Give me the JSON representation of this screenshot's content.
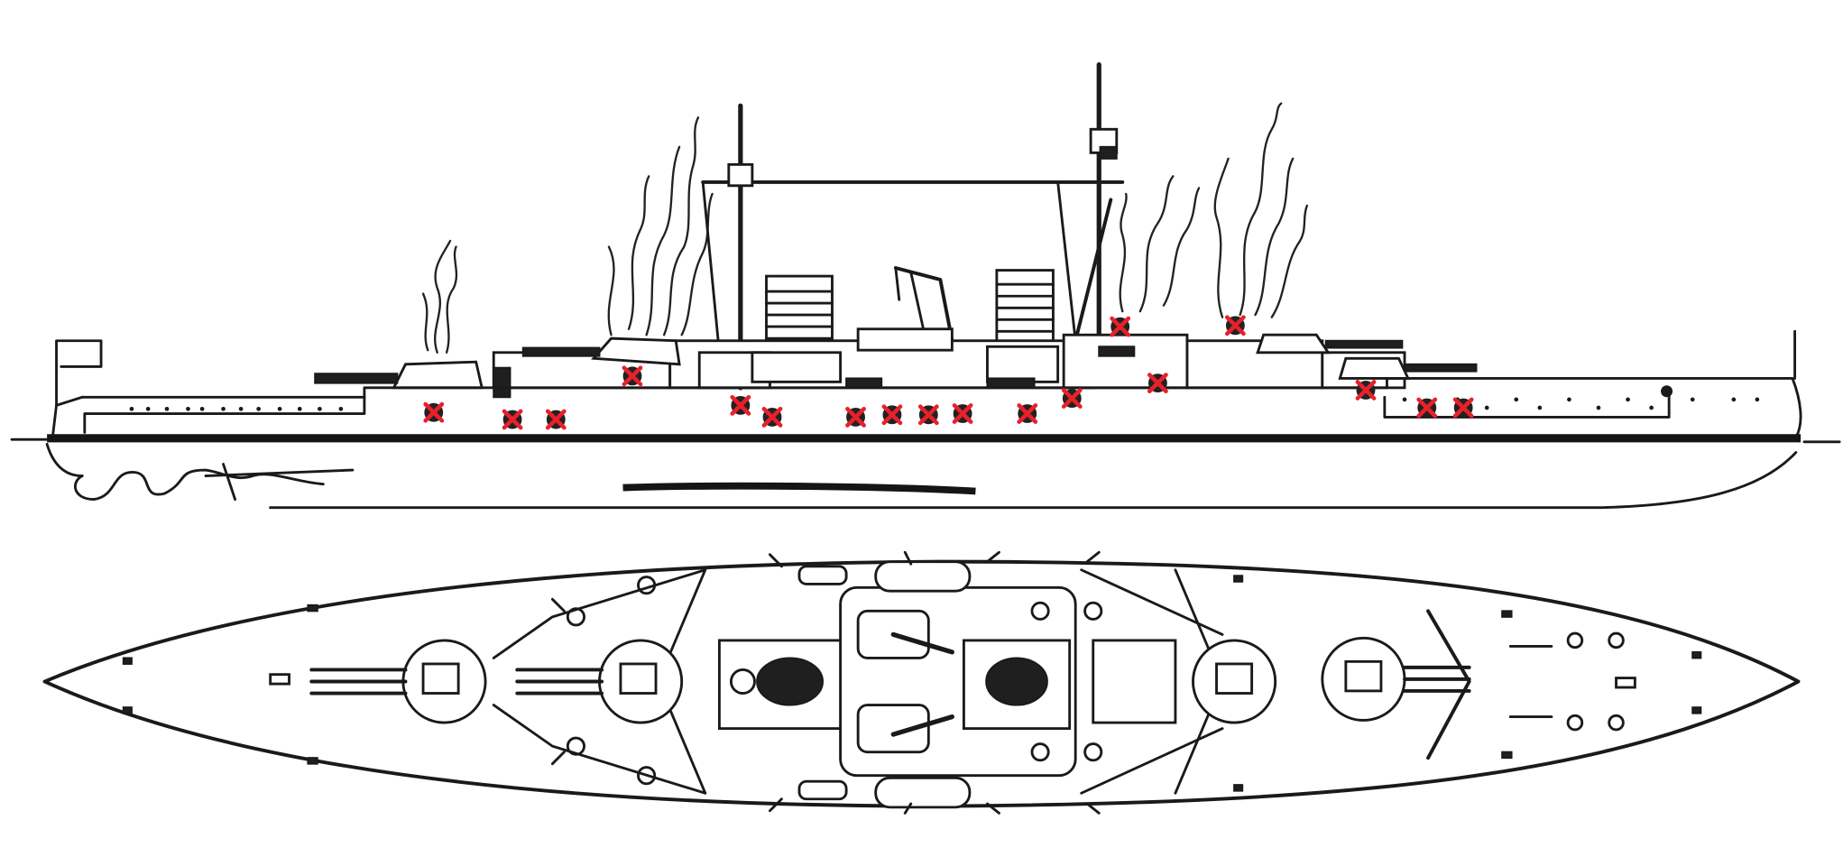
{
  "diagram": {
    "subject": "battleship",
    "views": [
      "side-profile",
      "top-plan"
    ],
    "hit_marker_count": 18
  },
  "colors": {
    "line": "#1a1a1a",
    "background": "#ffffff",
    "hit_marker": "#e8202a"
  }
}
